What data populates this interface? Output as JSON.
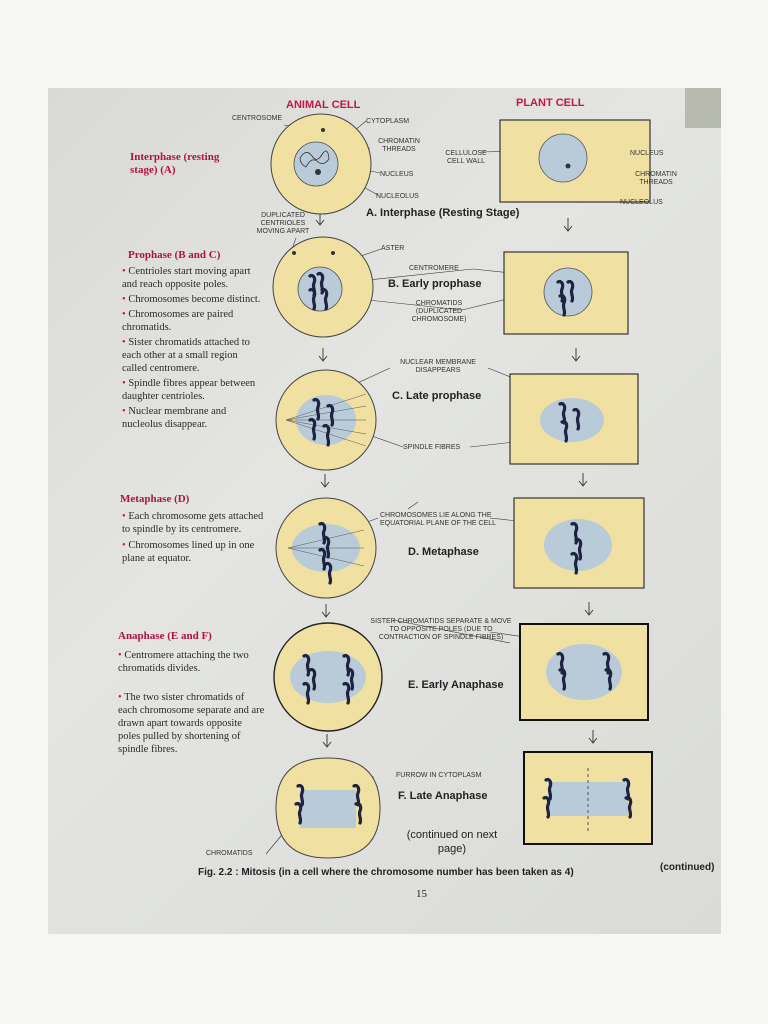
{
  "headers": {
    "animal": "ANIMAL CELL",
    "plant": "PLANT CELL"
  },
  "labels": {
    "centrosome": "CENTROSOME",
    "cytoplasm": "CYTOPLASM",
    "chromatin_threads": "CHROMATIN THREADS",
    "nucleus": "NUCLEUS",
    "nucleolus": "NUCLEOLUS",
    "cellulose_cell_wall": "CELLULOSE CELL WALL",
    "plant_nucleus": "NUCLEUS",
    "plant_chromatin": "CHROMATIN THREADS",
    "plant_nucleolus": "NUCLEOLUS",
    "duplicated_centrioles": "DUPLICATED CENTRIOLES MOVING APART",
    "aster": "ASTER",
    "centromere": "CENTROMERE",
    "chromatids_duplicated": "CHROMATIDS (DUPLICATED CHROMOSOME)",
    "nuclear_membrane": "NUCLEAR MEMBRANE DISAPPEARS",
    "spindle_fibres": "SPINDLE FIBRES",
    "chromosomes_lie": "CHROMOSOMES LIE ALONG THE EQUATORIAL PLANE OF THE CELL",
    "sister_chromatids": "SISTER CHROMATIDS SEPARATE & MOVE TO OPPOSITE POLES (DUE TO CONTRACTION OF SPINDLE FIBRES)",
    "furrow": "FURROW IN CYTOPLASM",
    "chromatids": "CHROMATIDS"
  },
  "stages": {
    "a": "A. Interphase (Resting Stage)",
    "b": "B. Early prophase",
    "c": "C. Late prophase",
    "d": "D. Metaphase",
    "e": "E. Early Anaphase",
    "f": "F. Late Anaphase"
  },
  "continued_next": "(continued on next page)",
  "sections": {
    "interphase": "Interphase (resting stage) (A)",
    "prophase": "Prophase (B and C)",
    "metaphase": "Metaphase (D)",
    "anaphase": "Anaphase (E and F)"
  },
  "bullets": {
    "prophase": [
      "Centrioles start moving apart and reach opposite poles.",
      "Chromosomes become distinct.",
      "Chromosomes are paired chromatids.",
      "Sister chromatids attached to each other at a small region called centromere.",
      "Spindle fibres appear between daughter centrioles.",
      "Nuclear membrane and nucleolus disappear."
    ],
    "metaphase": [
      "Each chromosome gets attached to spindle by its centromere.",
      "Chromosomes lined up in one plane at equator."
    ],
    "anaphase": [
      "Centromere attaching the two chromatids divides.",
      "The two sister chromatids of each chromosome separate and are drawn apart towards opposite poles pulled by shortening of spindle fibres."
    ]
  },
  "caption": "Fig. 2.2 : Mitosis (in a cell where the chromosome number has been taken as 4)",
  "continued": "(continued)",
  "page_number": "15",
  "colors": {
    "cell": "#f0e0a2",
    "nucleus": "#b9cbd9",
    "heading": "#c2154a",
    "chromosome": "#1d2340"
  }
}
